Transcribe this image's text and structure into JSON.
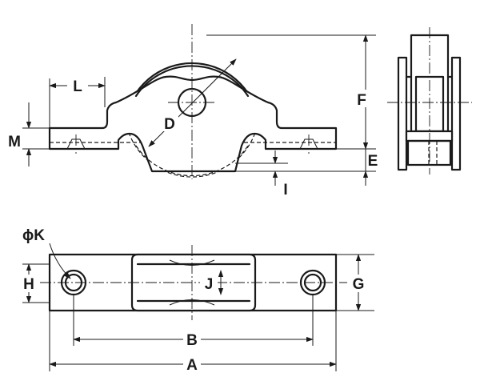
{
  "labels": {
    "L": "L",
    "M": "M",
    "D": "D",
    "F": "F",
    "E": "E",
    "I": "I",
    "phiK": "ϕK",
    "H": "H",
    "J": "J",
    "G": "G",
    "B": "B",
    "A": "A"
  }
}
